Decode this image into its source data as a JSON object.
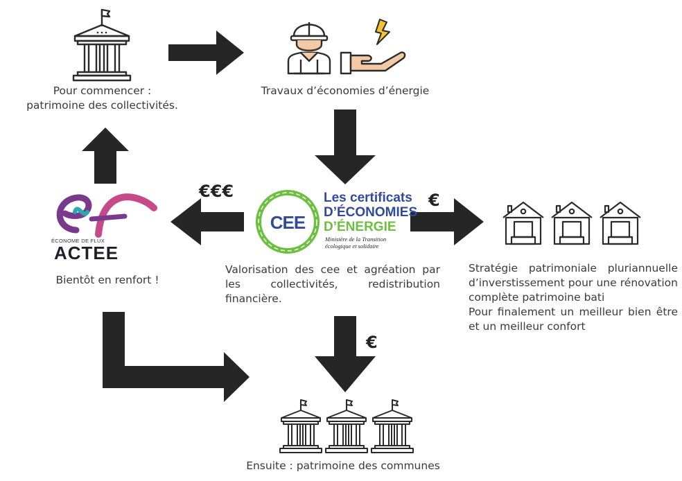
{
  "labels": {
    "start_line1": "Pour commencer :",
    "start_line2": "patrimoine des collectivités.",
    "works": "Travaux d’économies d’énergie",
    "actee": "Bientôt en renfort !",
    "cee_text": "Valorisation des cee et agréation par les collectivités, redistribution financière.",
    "strategy_line1": "Stratégie patrimoniale pluriannuelle d’inverstissement pour une rénovation complète patrimoine bati",
    "strategy_line2": "Pour  finalement un meilleur bien être et un meilleur confort",
    "communes": "Ensuite : patrimoine des communes"
  },
  "euros": {
    "left": "€€€",
    "right": "€",
    "down": "€"
  },
  "cee_logo": {
    "badge": "CEE",
    "title_line1": "Les certificats",
    "title_line2": "D’ÉCONOMIES",
    "title_line3": "D’ÉNERGIE",
    "subtitle_line1": "Ministère de la Transition",
    "subtitle_line2": "écologique et solidaire"
  },
  "actee_logo": {
    "small": "ÉCONOME DE FLUX",
    "name": "ACTEE"
  },
  "colors": {
    "arrow": "#262626",
    "cee_blue": "#2f4a9e",
    "cee_green": "#6cbf3f",
    "actee_purple": "#7a3a8c",
    "actee_pink": "#c64a8a",
    "actee_teal": "#2aa7b0",
    "bolt": "#f2c230"
  }
}
